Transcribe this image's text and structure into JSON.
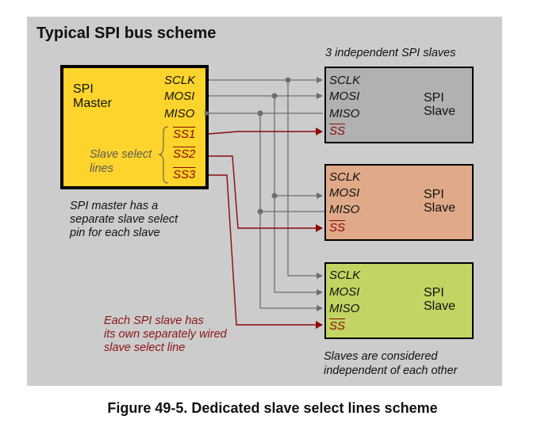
{
  "diagram": {
    "title": "Typical SPI bus scheme",
    "subtitle": "3 independent SPI slaves",
    "caption": "Figure 49-5. Dedicated slave select lines scheme",
    "master": {
      "name_line1": "SPI",
      "name_line2": "Master",
      "pins": [
        "SCLK",
        "MOSI",
        "MISO"
      ],
      "ss_pins": [
        "SS1",
        "SS2",
        "SS3"
      ],
      "brace_label_line1": "Slave select",
      "brace_label_line2": "lines",
      "color": "#FDD42B"
    },
    "master_note": [
      "SPI master has a",
      "separate slave select",
      "pin for each slave"
    ],
    "slaves": [
      {
        "name_line1": "SPI",
        "name_line2": "Slave",
        "pins": [
          "SCLK",
          "MOSI",
          "MISO",
          "SS"
        ],
        "color": "#B1B1B1"
      },
      {
        "name_line1": "SPI",
        "name_line2": "Slave",
        "pins": [
          "SCLK",
          "MOSI",
          "MISO",
          "SS"
        ],
        "color": "#E0AA88"
      },
      {
        "name_line1": "SPI",
        "name_line2": "Slave",
        "pins": [
          "SCLK",
          "MOSI",
          "MISO",
          "SS"
        ],
        "color": "#C2D462"
      }
    ],
    "ss_note": [
      "Each SPI slave has",
      "its own separately wired",
      "slave select line"
    ],
    "slaves_note": [
      "Slaves are considered",
      "independent of each other"
    ],
    "colors": {
      "panel_background": "#CCCCCC",
      "bus_wire": "#6E6E6E",
      "slave_select_wire": "#8B0A0A"
    },
    "connections": [
      {
        "from": "Master.SCLK",
        "to": [
          "Slave1.SCLK",
          "Slave2.SCLK",
          "Slave3.SCLK"
        ],
        "type": "shared"
      },
      {
        "from": "Master.MOSI",
        "to": [
          "Slave1.MOSI",
          "Slave2.MOSI",
          "Slave3.MOSI"
        ],
        "type": "shared"
      },
      {
        "from": [
          "Slave1.MISO",
          "Slave2.MISO",
          "Slave3.MISO"
        ],
        "to": "Master.MISO",
        "type": "shared"
      },
      {
        "from": "Master.SS1",
        "to": "Slave1.SS",
        "type": "dedicated"
      },
      {
        "from": "Master.SS2",
        "to": "Slave2.SS",
        "type": "dedicated"
      },
      {
        "from": "Master.SS3",
        "to": "Slave3.SS",
        "type": "dedicated"
      }
    ]
  }
}
